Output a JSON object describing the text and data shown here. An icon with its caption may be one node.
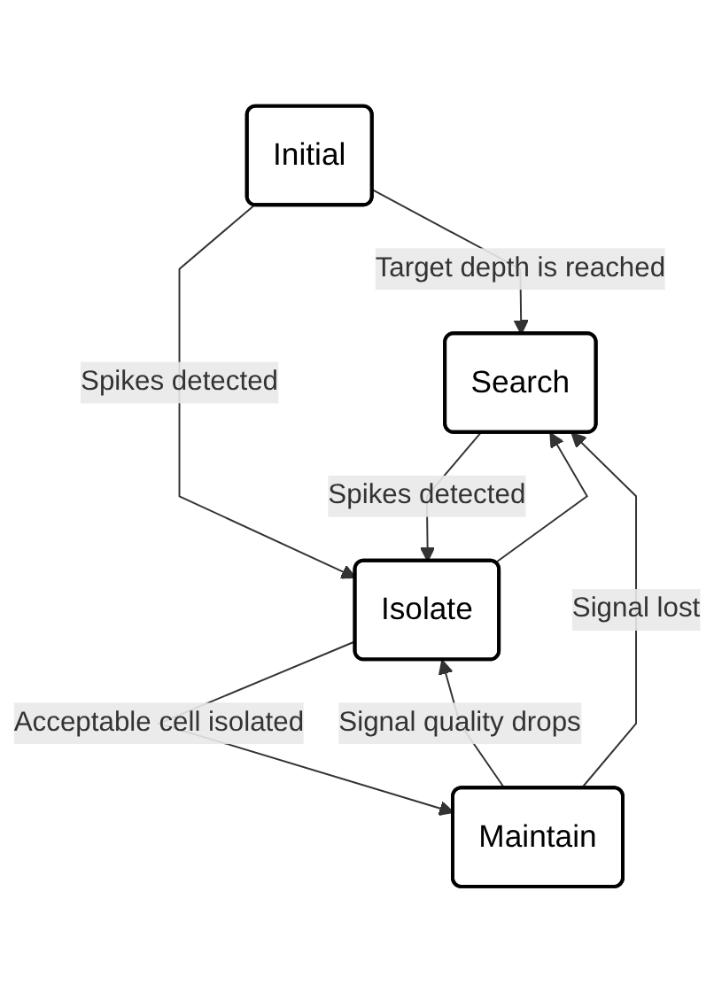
{
  "diagram": {
    "nodes": [
      {
        "text": [
          "Initial"
        ]
      },
      {
        "text": [
          "Search"
        ]
      },
      {
        "text": [
          "Isolate"
        ]
      },
      {
        "text": [
          "Maintain"
        ]
      }
    ],
    "edges": [
      {
        "from": 0,
        "to": 1,
        "arrow": "to",
        "label": "Target depth is reached"
      },
      {
        "from": 0,
        "to": 2,
        "arrow": "to",
        "label": "Spikes detected"
      },
      {
        "from": 1,
        "to": 2,
        "arrow": "to",
        "label": "Spikes detected"
      },
      {
        "from": 2,
        "to": 1,
        "arrow": "to"
      },
      {
        "from": 2,
        "to": 3,
        "arrow": "to",
        "label": "Acceptable cell isolated"
      },
      {
        "from": 3,
        "to": 2,
        "arrow": "to",
        "label": "Signal quality drops"
      },
      {
        "from": 3,
        "to": 1,
        "arrow": "to",
        "label": "Signal lost"
      }
    ]
  }
}
